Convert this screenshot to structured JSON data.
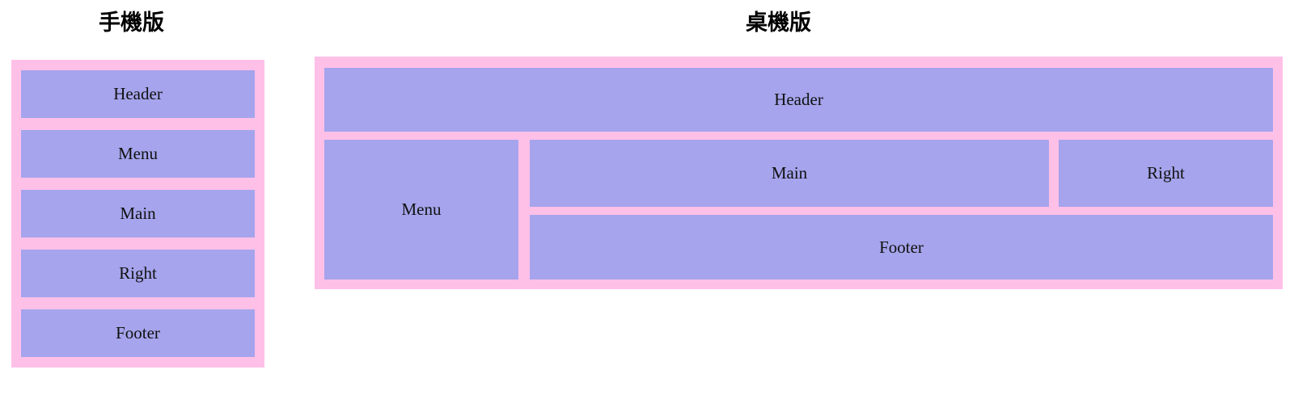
{
  "page": {
    "background_color": "#ffffff",
    "frame_color": "#ffc0e8",
    "cell_color": "#a5a4ec",
    "text_color": "#111111"
  },
  "mobile": {
    "title": "手機版",
    "regions": [
      {
        "label": "Header"
      },
      {
        "label": "Menu"
      },
      {
        "label": "Main"
      },
      {
        "label": "Right"
      },
      {
        "label": "Footer"
      }
    ]
  },
  "desktop": {
    "title": "桌機版",
    "regions": [
      {
        "label": "Header"
      },
      {
        "label": "Menu"
      },
      {
        "label": "Main"
      },
      {
        "label": "Right"
      },
      {
        "label": "Footer"
      }
    ]
  }
}
